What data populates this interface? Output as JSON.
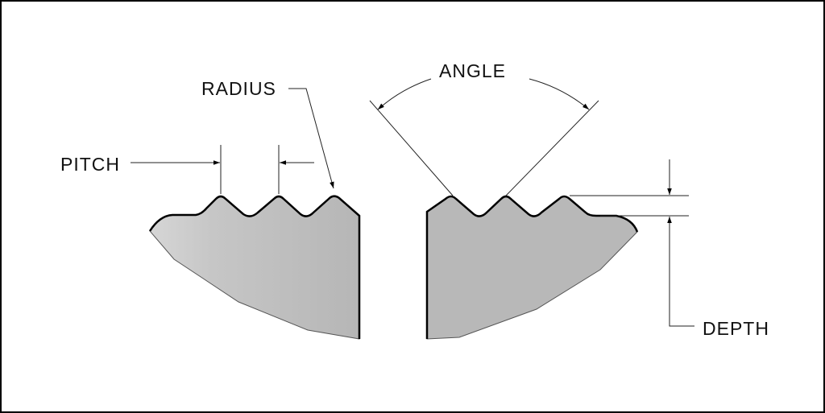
{
  "labels": {
    "radius": "RADIUS",
    "pitch": "PITCH",
    "angle": "ANGLE",
    "depth": "DEPTH"
  },
  "colors": {
    "part_fill": "#b8b8b8",
    "outline": "#000000"
  }
}
